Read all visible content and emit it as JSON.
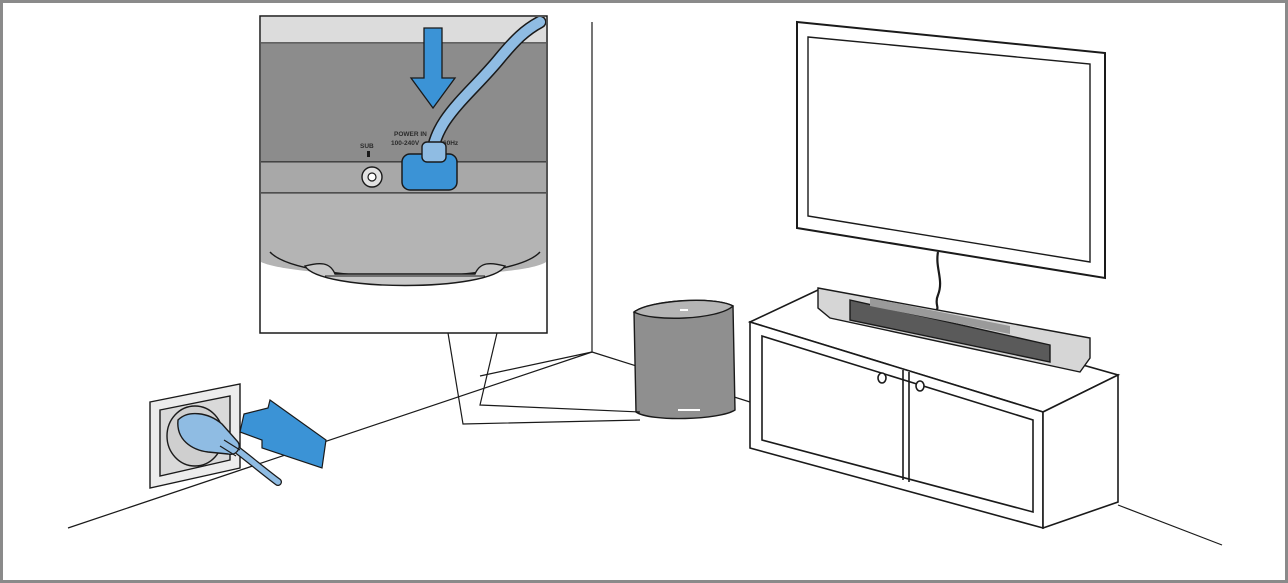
{
  "figure": {
    "port_labels": {
      "sub": "SUB",
      "power_line1": "POWER IN",
      "power_line2": "100-240V",
      "power_freq": "60Hz"
    }
  },
  "colors": {
    "frame_border": "#8a8a8a",
    "line": "#1a1a1a",
    "accent_blue": "#3b93d6",
    "cable_blue": "#8fbce3",
    "panel_gray": "#8c8c8c",
    "device_gray": "#9a9a9a"
  },
  "icons": [
    "power-outlet-icon",
    "plug-icon",
    "insert-arrow-icon",
    "down-arrow-icon"
  ]
}
